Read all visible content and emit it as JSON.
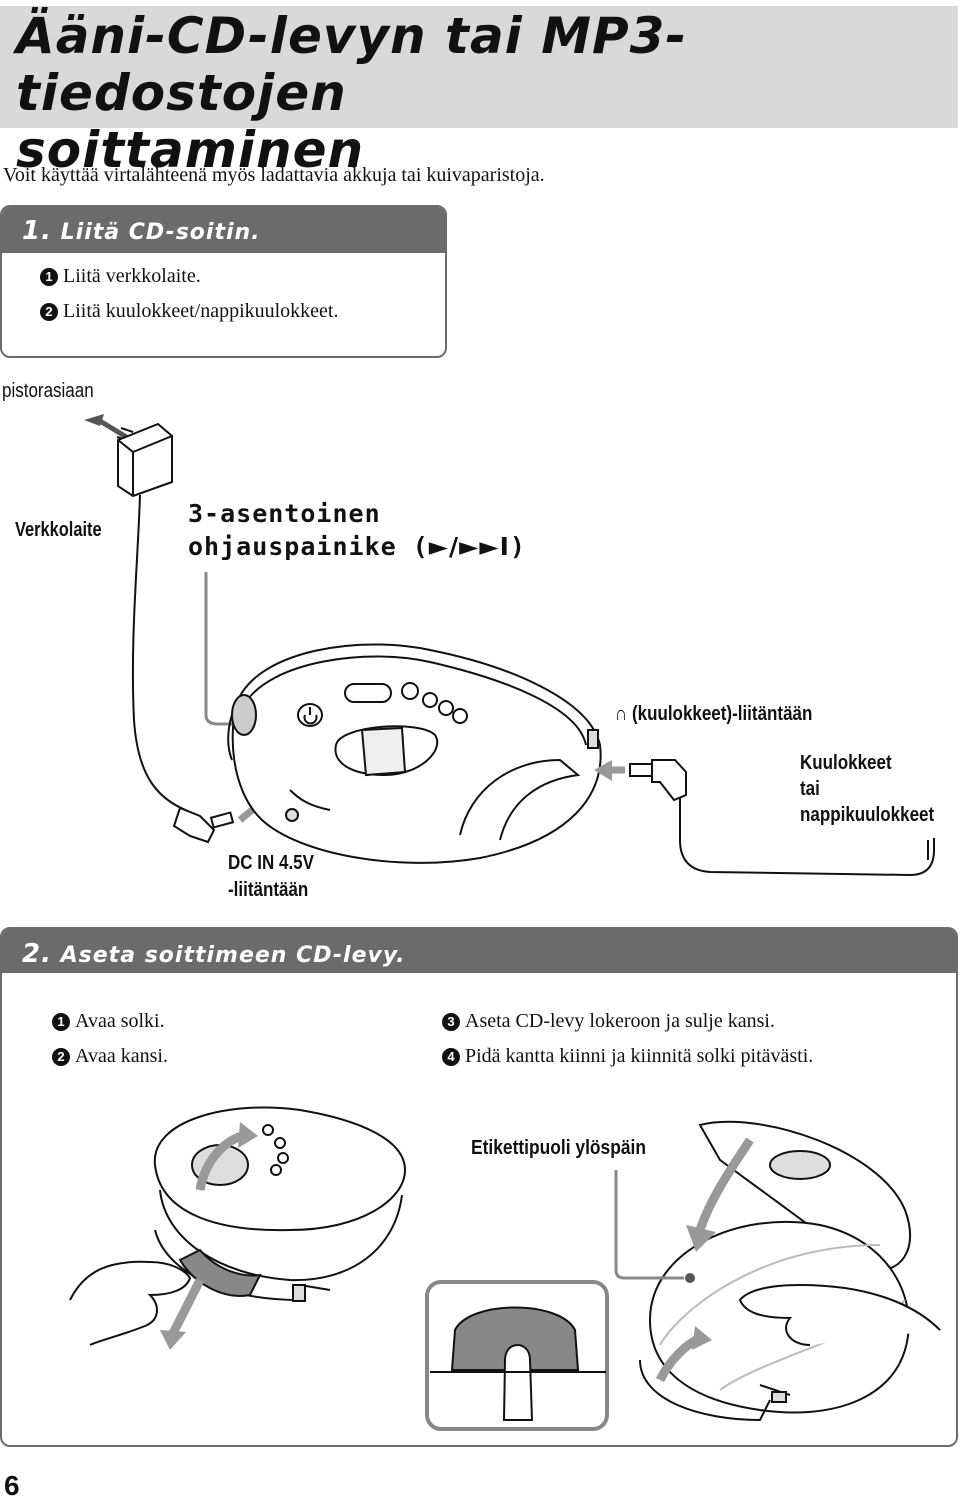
{
  "title": {
    "line1": "Ääni-CD-levyn tai MP3-tiedostojen",
    "line2": "soittaminen"
  },
  "intro": "Voit käyttää virtalähteenä myös ladattavia akkuja tai kuivaparistoja.",
  "step1": {
    "number": "1.",
    "heading": "Liitä CD-soitin.",
    "sub1_num": "1",
    "sub1": "Liitä verkkolaite.",
    "sub2_num": "2",
    "sub2": "Liitä kuulokkeet/nappikuulokkeet."
  },
  "labels": {
    "outlet": "pistorasiaan",
    "adapter": "Verkkolaite",
    "control_line1": "3-asentoinen",
    "control_line2": "ohjauspainike (",
    "control_end": ")",
    "headphone_jack": "(kuulokkeet)-liitäntään",
    "headphones_line1": "Kuulokkeet",
    "headphones_line2": "tai",
    "headphones_line3": "nappikuulokkeet",
    "dcin_line1": "DC IN 4.5V",
    "dcin_line2": "-liitäntään"
  },
  "step2": {
    "number": "2.",
    "heading": "Aseta soittimeen CD-levy.",
    "sub1_num": "1",
    "sub1": "Avaa solki.",
    "sub2_num": "2",
    "sub2": "Avaa kansi.",
    "sub3_num": "3",
    "sub3": "Aseta CD-levy lokeroon ja sulje kansi.",
    "sub4_num": "4",
    "sub4": "Pidä kantta kiinni ja kiinnitä solki pitävästi.",
    "label_side_up": "Etikettipuoli ylöspäin"
  },
  "page_number": "6"
}
